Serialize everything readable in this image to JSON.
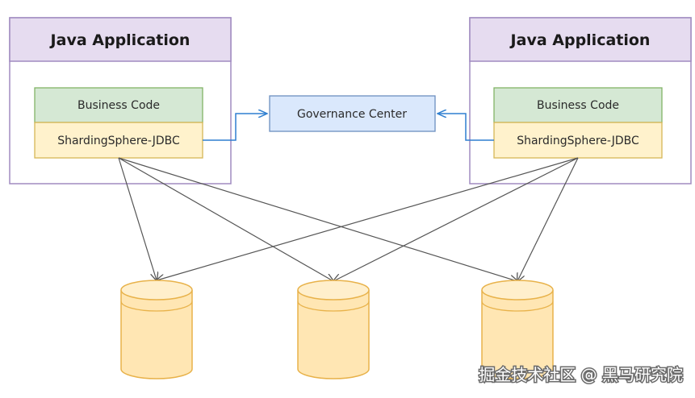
{
  "apps": [
    {
      "title": "Java Application",
      "business_label": "Business Code",
      "jdbc_label": "ShardingSphere-JDBC"
    },
    {
      "title": "Java Application",
      "business_label": "Business Code",
      "jdbc_label": "ShardingSphere-JDBC"
    }
  ],
  "governance": {
    "label": "Governance Center"
  },
  "databases": [
    {
      "name": ""
    },
    {
      "name": ""
    },
    {
      "name": ""
    }
  ],
  "watermark": {
    "text": "掘金技术社区 @ 黑马研究院"
  },
  "colors": {
    "app_border": "#a08bc0",
    "app_header_fill": "#e6dcf0",
    "business_fill": "#d5e8d4",
    "business_border": "#82b366",
    "jdbc_fill": "#fff2cc",
    "jdbc_border": "#d6b656",
    "gov_fill": "#dae8fc",
    "gov_border": "#6c8ebf",
    "db_fill": "#ffe6b3",
    "db_border": "#e8b24a",
    "arrow": "#555555",
    "gov_arrow": "#2f7fd0"
  }
}
